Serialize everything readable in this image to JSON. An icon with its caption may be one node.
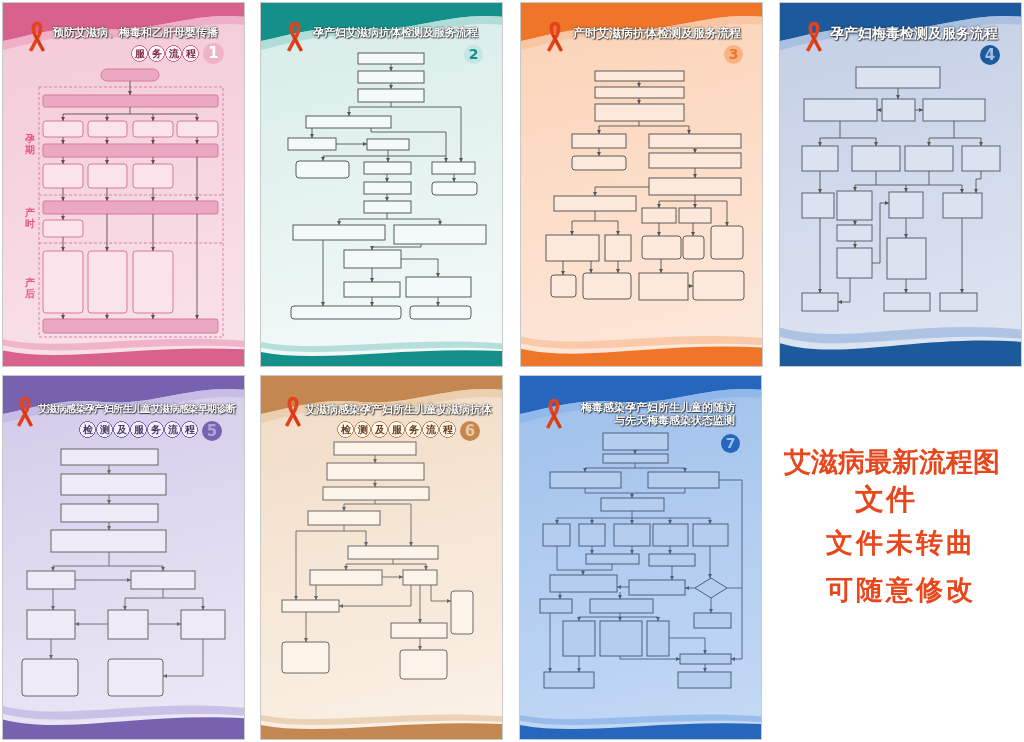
{
  "diagram": {
    "nodes": [
      {
        "text": [
          "预防艾滋病、梅毒和乙肝母婴传播",
          "服务流程",
          "1",
          "孕期",
          "产时",
          "产后"
        ]
      },
      {
        "text": [
          "孕产妇艾滋病抗体检测及服务流程",
          "2"
        ]
      },
      {
        "text": [
          "产时艾滋病抗体检测及服务流程",
          "3"
        ]
      },
      {
        "text": [
          "孕产妇梅毒检测及服务流程",
          "4"
        ]
      },
      {
        "text": [
          "艾滋病感染孕产妇所生儿童艾滋病感染早期诊断",
          "检测及服务流程",
          "5"
        ]
      },
      {
        "text": [
          "艾滋病感染孕产妇所生儿童艾滋病抗体",
          "检测及服务流程",
          "6"
        ]
      },
      {
        "text": [
          "梅毒感染孕产妇所生儿童的随访与先天梅毒感染状态监测",
          "7"
        ]
      }
    ],
    "labels": [
      "艾滋病最新流程图",
      "文件",
      "文件未转曲",
      "可随意修改"
    ]
  }
}
